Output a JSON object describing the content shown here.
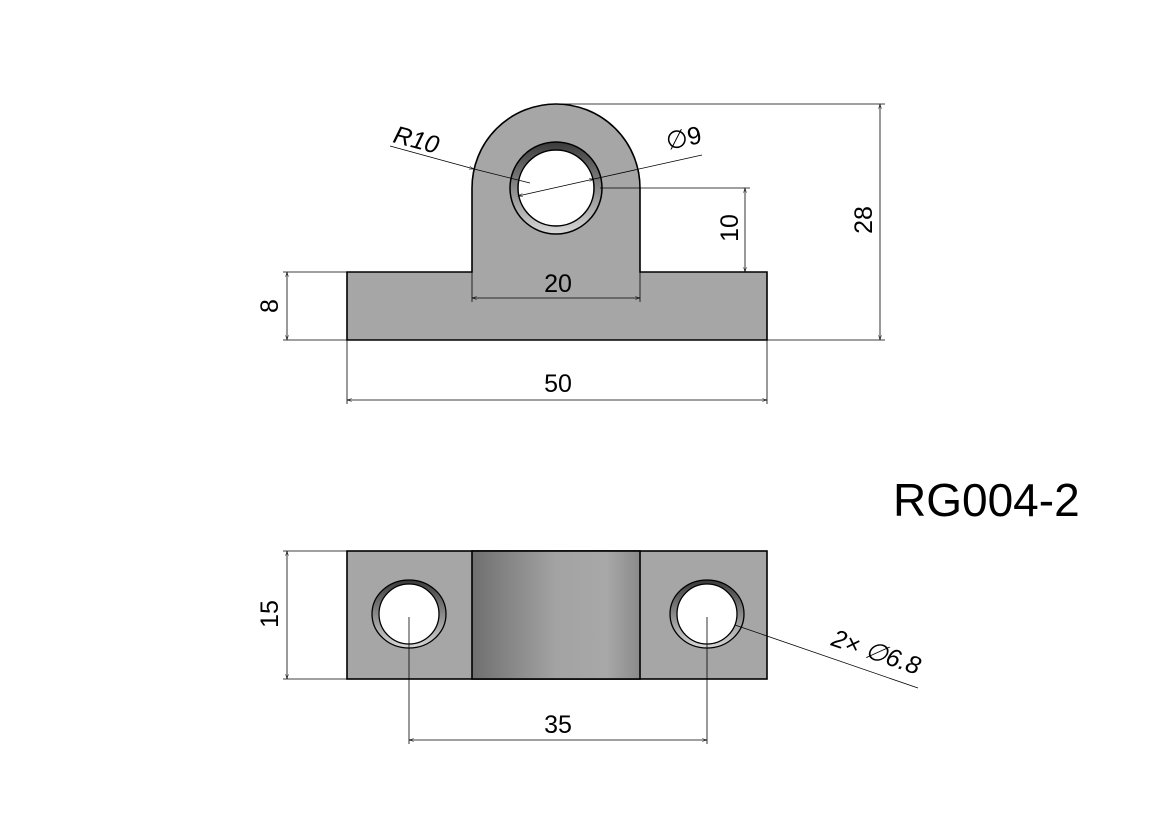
{
  "drawing": {
    "part_number": "RG004-2",
    "front_view": {
      "base_height": "8",
      "base_width": "50",
      "ear_width": "20",
      "hole_center_height": "10",
      "total_height": "28",
      "ear_radius": "R10",
      "hole_diameter": "∅9"
    },
    "top_view": {
      "depth": "15",
      "hole_spacing": "35",
      "mount_holes": "2× ∅6.8"
    }
  }
}
